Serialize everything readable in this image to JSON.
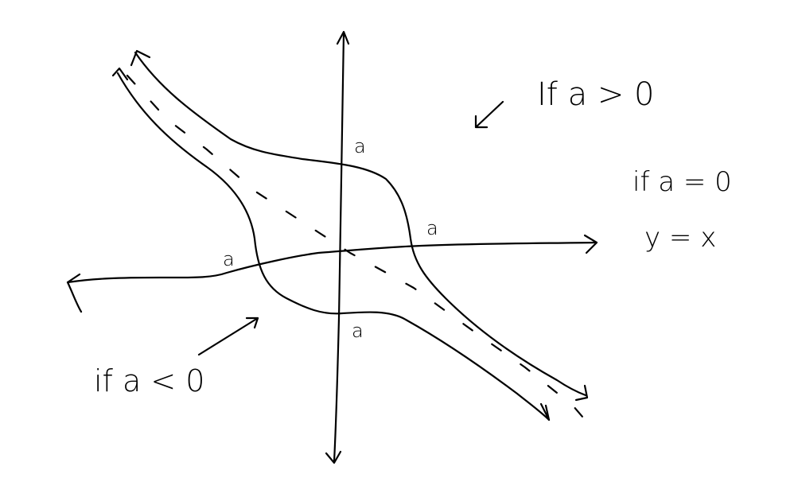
{
  "diagram": {
    "labels": {
      "case_positive": "If a > 0",
      "case_zero": "if a = 0",
      "case_zero_eq": "y = x",
      "case_negative": "if a < 0",
      "intercept_top": "a",
      "intercept_right": "a",
      "intercept_left": "a",
      "intercept_bottom": "a"
    },
    "colors": {
      "ink": "#000000",
      "background": "#ffffff"
    }
  }
}
